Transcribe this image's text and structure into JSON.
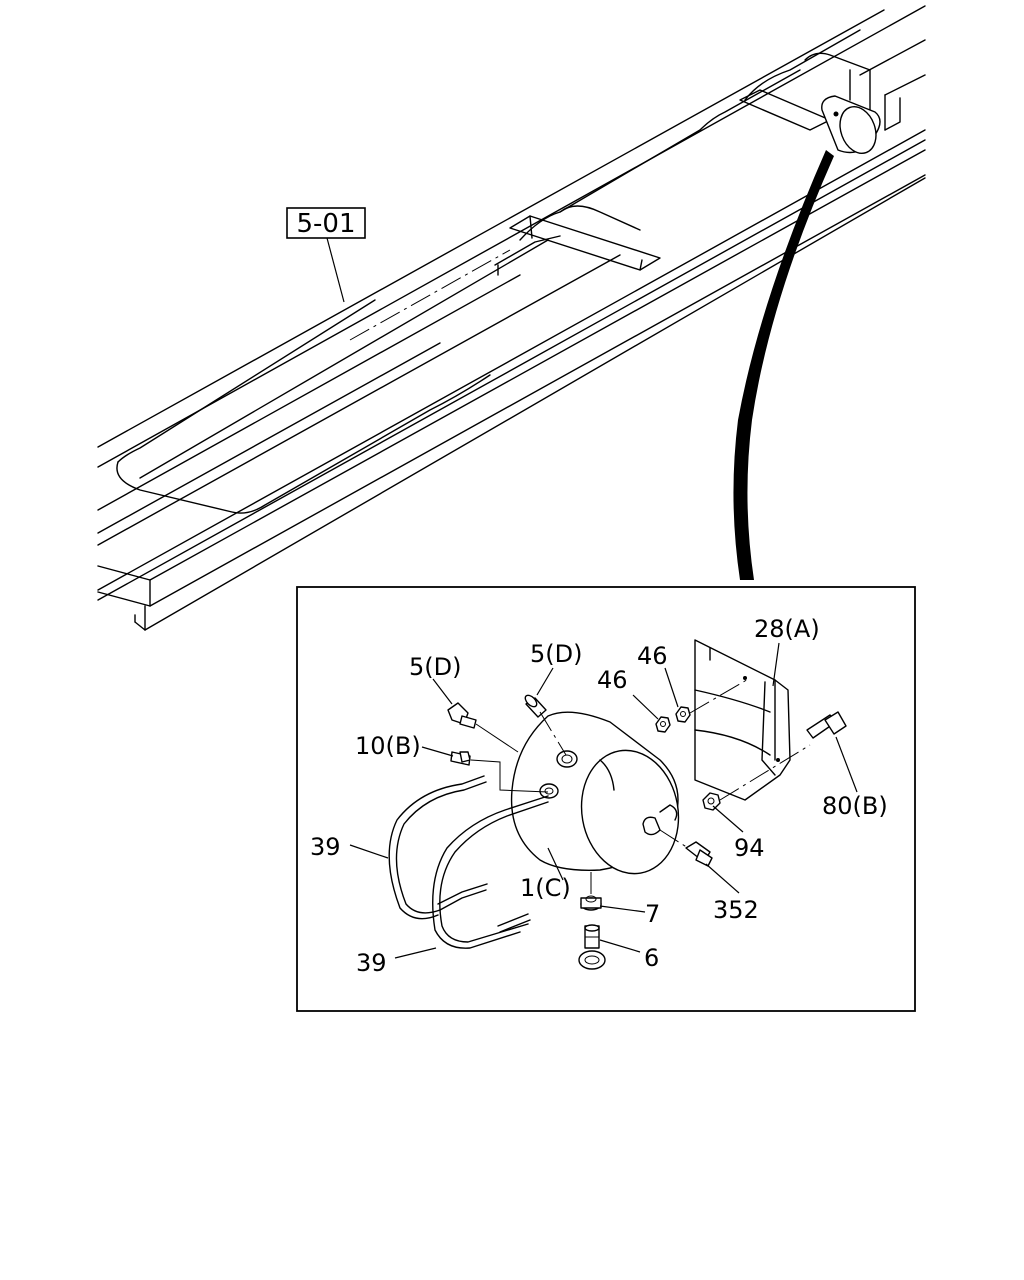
{
  "reference_box": {
    "label": "5-01"
  },
  "callouts": {
    "c28a": "28(A)",
    "c5d_left": "5(D)",
    "c5d_right": "5(D)",
    "c46_upper": "46",
    "c46_lower": "46",
    "c10b": "10(B)",
    "c80b": "80(B)",
    "c39_upper": "39",
    "c39_lower": "39",
    "c94": "94",
    "c1c": "1(C)",
    "c352": "352",
    "c7": "7",
    "c6": "6"
  }
}
